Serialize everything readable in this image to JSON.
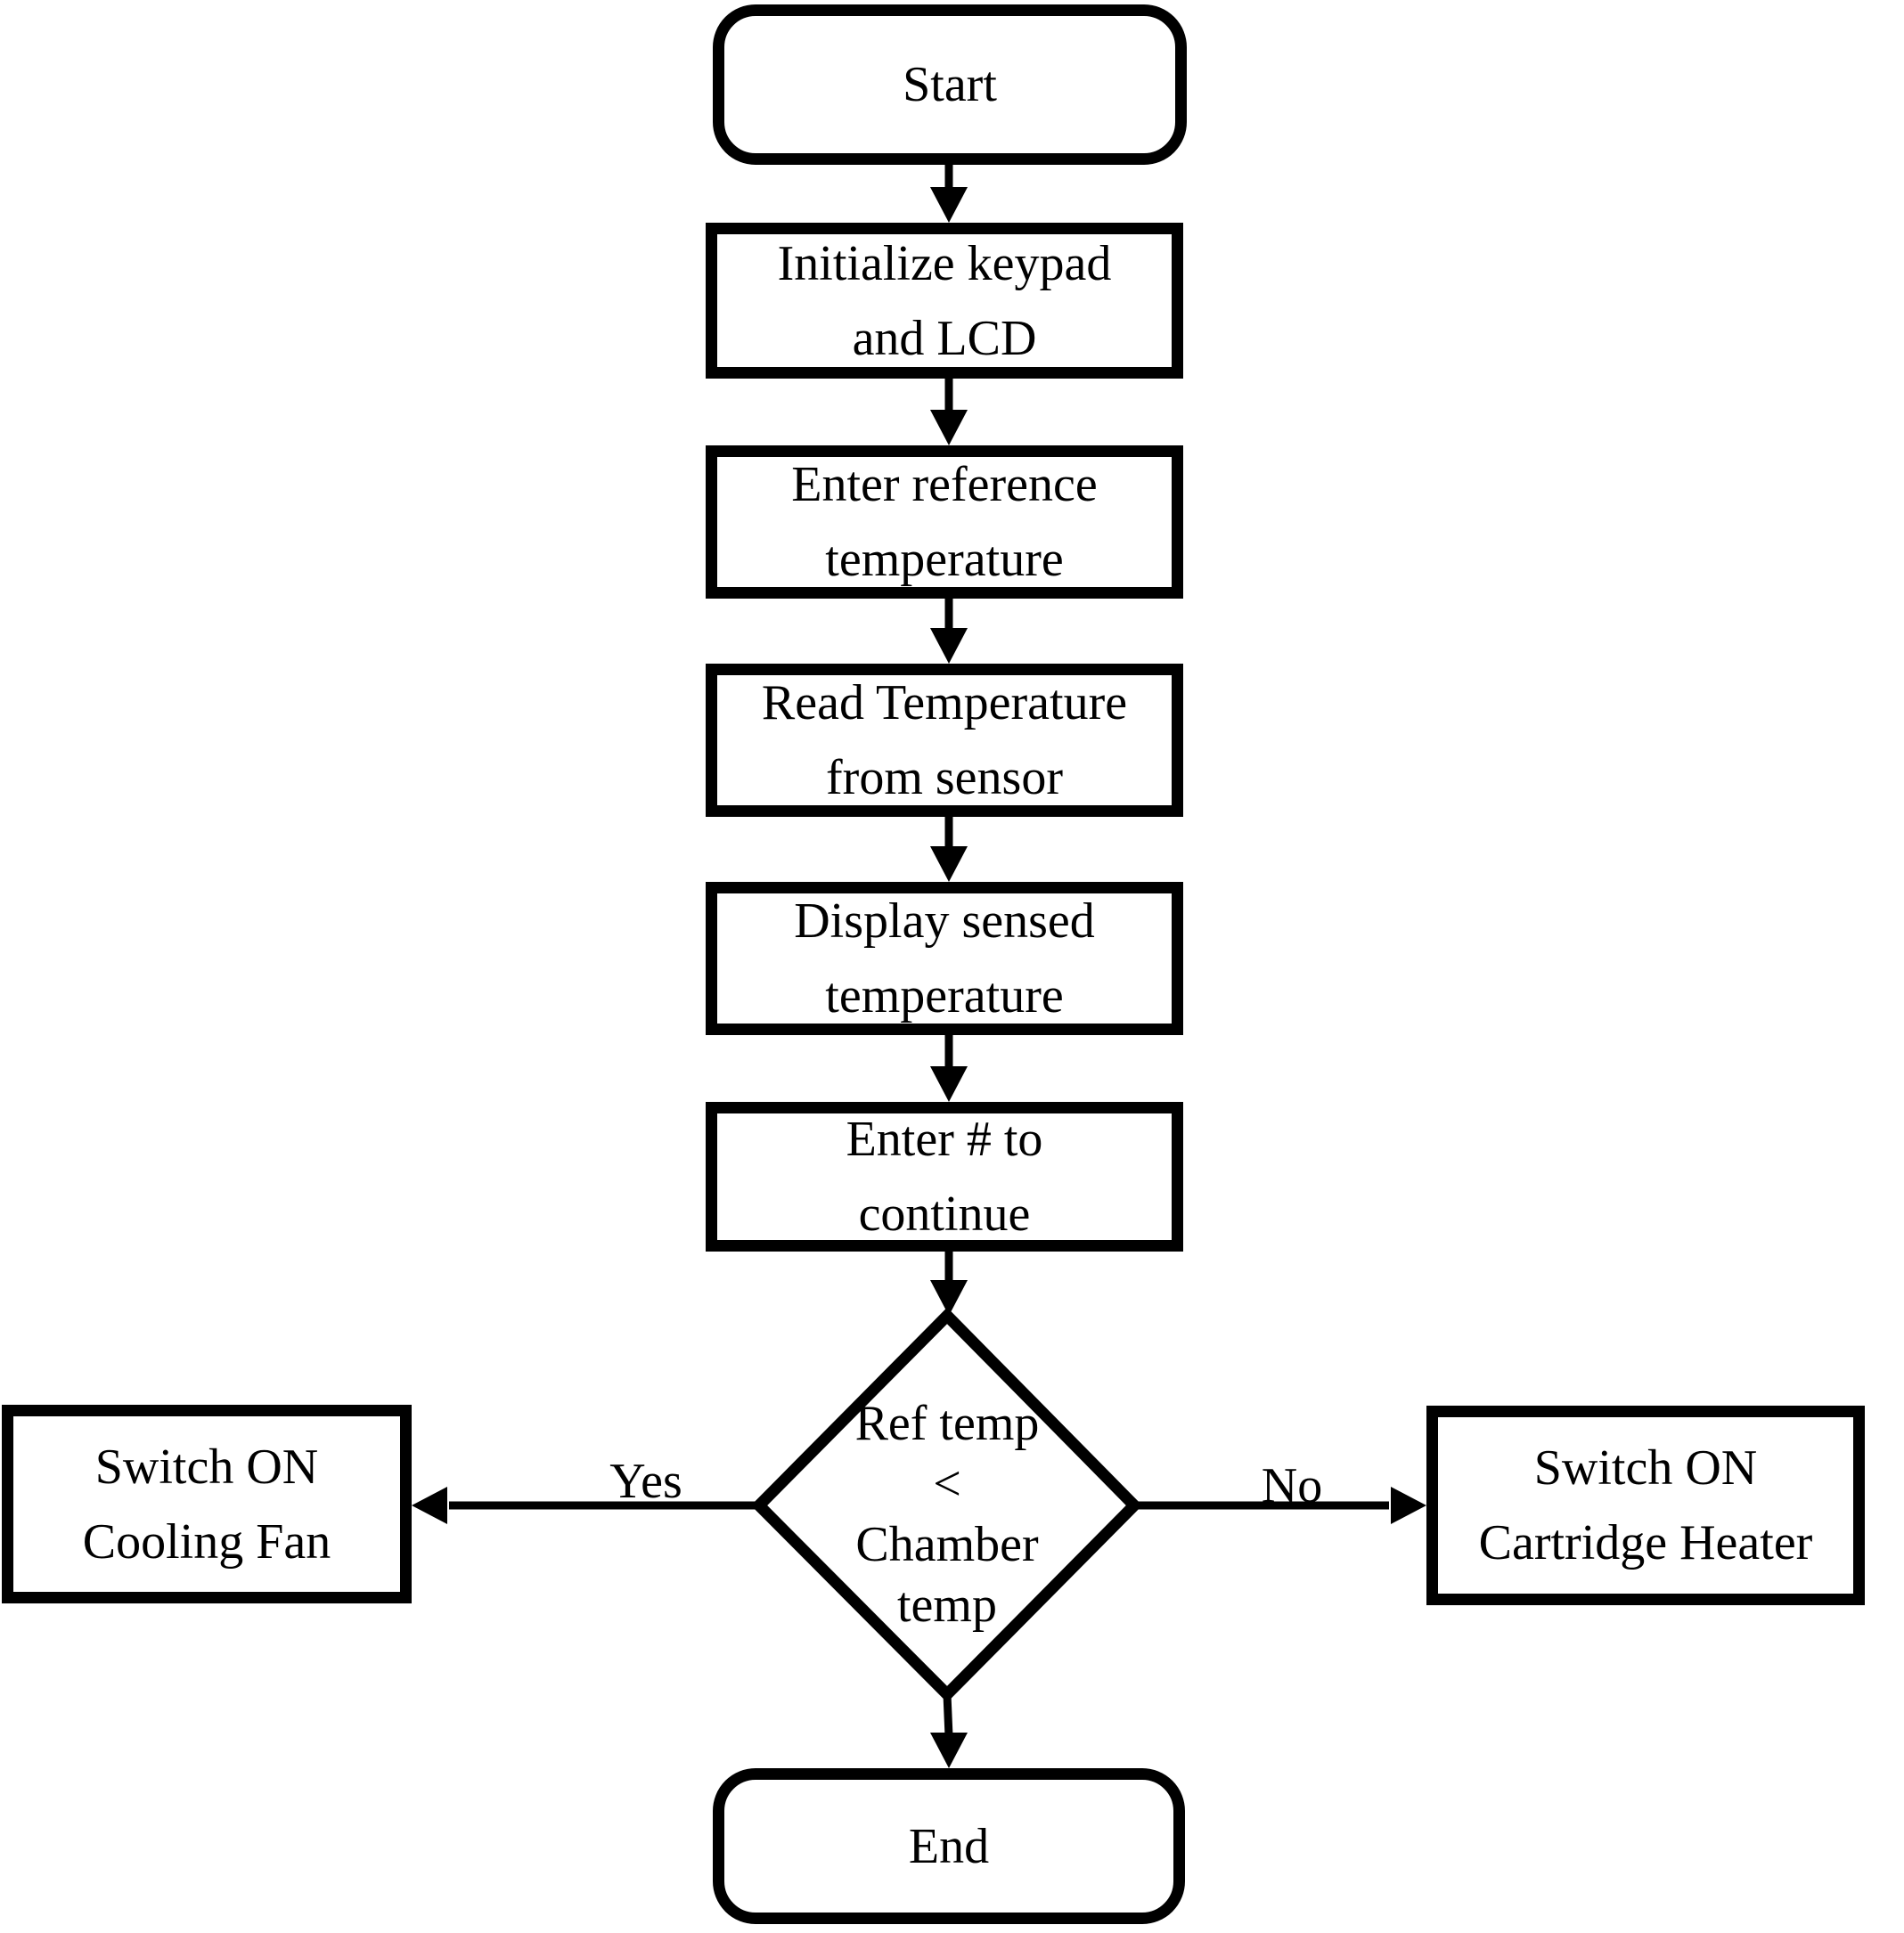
{
  "canvas": {
    "background": "#ffffff",
    "ink": "#000000"
  },
  "nodes": {
    "start": {
      "type": "terminator",
      "label": "Start"
    },
    "init": {
      "type": "process",
      "lines": [
        "Initialize keypad",
        "and LCD"
      ]
    },
    "enter_ref": {
      "type": "process",
      "lines": [
        "Enter reference",
        "temperature"
      ]
    },
    "read_temp": {
      "type": "process",
      "lines": [
        "Read Temperature",
        "from sensor"
      ]
    },
    "display_temp": {
      "type": "process",
      "lines": [
        "Display sensed",
        "temperature"
      ]
    },
    "enter_hash": {
      "type": "process",
      "lines": [
        "Enter # to",
        "continue"
      ]
    },
    "decision": {
      "type": "decision",
      "lines": [
        "Ref temp",
        "<",
        "Chamber",
        "temp"
      ]
    },
    "cooling_fan": {
      "type": "process",
      "lines": [
        "Switch ON",
        "Cooling Fan"
      ]
    },
    "cartridge_heater": {
      "type": "process",
      "lines": [
        "Switch ON",
        "Cartridge Heater"
      ]
    },
    "end": {
      "type": "terminator",
      "label": "End"
    }
  },
  "edge_labels": {
    "yes": "Yes",
    "no": "No"
  }
}
